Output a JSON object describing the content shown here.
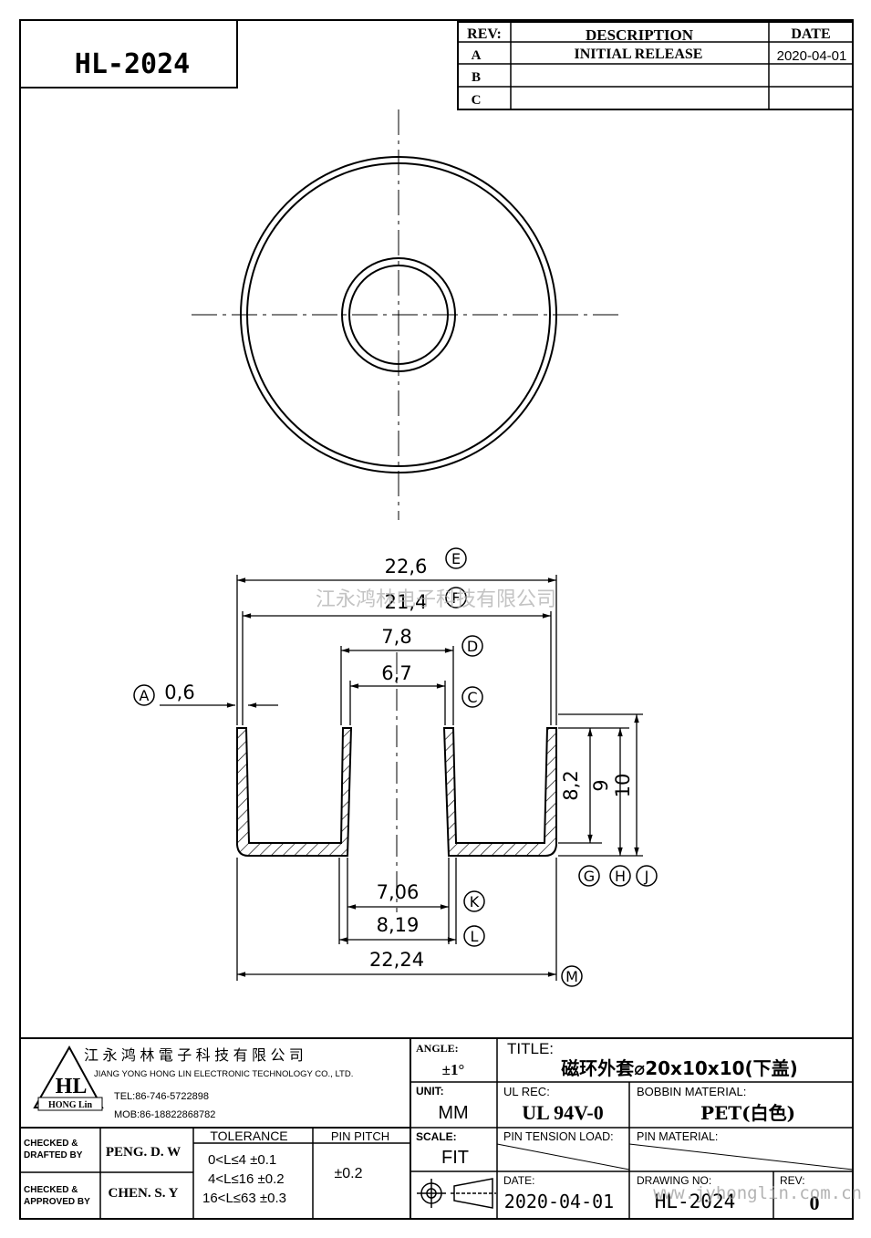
{
  "drawing_title_box": "HL-2024",
  "revision_table": {
    "headers": {
      "rev": "REV:",
      "description": "DESCRIPTION",
      "date": "DATE"
    },
    "rows": [
      {
        "rev": "A",
        "description": "INITIAL  RELEASE",
        "date": "2020-04-01"
      },
      {
        "rev": "B",
        "description": "",
        "date": ""
      },
      {
        "rev": "C",
        "description": "",
        "date": ""
      }
    ]
  },
  "watermark_center": "江永鸿林电子科技有限公司",
  "watermark_url": "www.jyhonglin.com.cn",
  "dimensions": {
    "d_226": "22,6",
    "circ_E": "E",
    "d_214": "21,4",
    "circ_F": "F",
    "d_78": "7,8",
    "circ_D": "D",
    "d_67": "6,7",
    "circ_C": "C",
    "d_06": "0,6",
    "circ_A": "A",
    "d_82": "8,2",
    "d_9": "9",
    "d_10": "10",
    "circ_G": "G",
    "circ_H": "H",
    "circ_J": "J",
    "d_706": "7,06",
    "circ_K": "K",
    "d_819": "8,19",
    "circ_L": "L",
    "d_2224": "22,24",
    "circ_M": "M"
  },
  "company": {
    "name_cn": "江 永 鸿 林 電 子 科 技 有 限 公 司",
    "name_en": "JIANG YONG HONG LIN ELECTRONIC TECHNOLOGY CO., LTD.",
    "tel": "TEL:86-746-5722898",
    "mob": "MOB:86-18822868782",
    "logo_text": "HL",
    "logo_sub": "HONG Lin"
  },
  "title_block": {
    "angle_label": "ANGLE:",
    "angle_value": "±1°",
    "title_label": "TITLE:",
    "title_value": "磁环外套⌀20x10x10(下盖)",
    "unit_label": "UNIT:",
    "unit_value": "MM",
    "ulrec_label": "UL REC:",
    "ulrec_value": "UL 94V-0",
    "bobbin_label": "BOBBIN MATERIAL:",
    "bobbin_value": "PET(白色)",
    "checked_drafted_label": "CHECKED & DRAFTED BY",
    "checked_drafted_value": "PENG. D. W",
    "checked_approved_label": "CHECKED & APPROVED BY",
    "checked_approved_value": "CHEN. S. Y",
    "tolerance_label": "TOLERANCE",
    "tolerance_rows": [
      "0<L≤4   ±0.1",
      "4<L≤16  ±0.2",
      "16<L≤63 ±0.3"
    ],
    "pin_pitch_label": "PIN PITCH",
    "pin_pitch_value": "±0.2",
    "scale_label": "SCALE:",
    "scale_value": "FIT",
    "pin_tension_label": "PIN TENSION LOAD:",
    "pin_material_label": "PIN MATERIAL:",
    "date_label": "DATE:",
    "date_value": "2020-04-01",
    "drawing_no_label": "DRAWING NO:",
    "drawing_no_value": "HL-2024",
    "rev_label": "REV:",
    "rev_value": "0"
  }
}
